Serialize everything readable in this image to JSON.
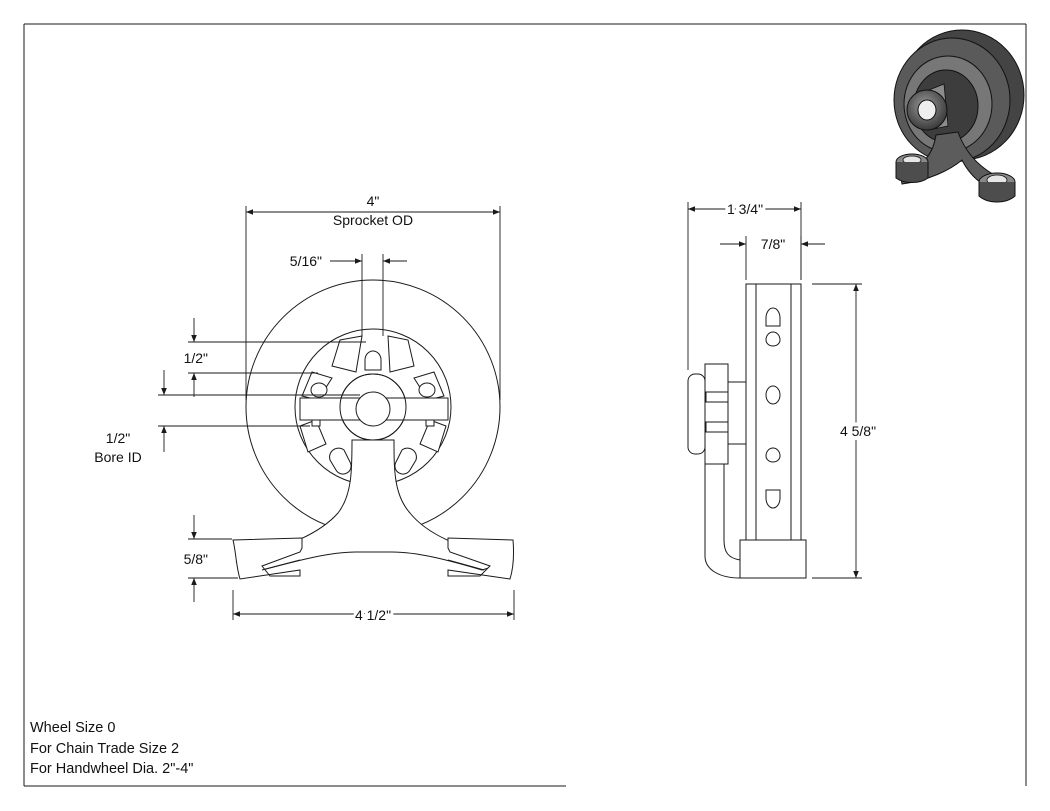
{
  "front_view": {
    "sprocket_od_value": "4\"",
    "sprocket_od_label": "Sprocket OD",
    "slot_width": "5/16\"",
    "hub_height": "1/2\"",
    "bore_id_value": "1/2\"",
    "bore_id_label": "Bore ID",
    "base_height": "5/8\"",
    "base_width": "4 1/2\""
  },
  "side_view": {
    "overall_depth": "1 3/4\"",
    "wheel_width": "7/8\"",
    "overall_height": "4 5/8\""
  },
  "notes": [
    "Wheel Size 0",
    "For Chain Trade Size 2",
    "For Handwheel Dia. 2\"-4\""
  ]
}
